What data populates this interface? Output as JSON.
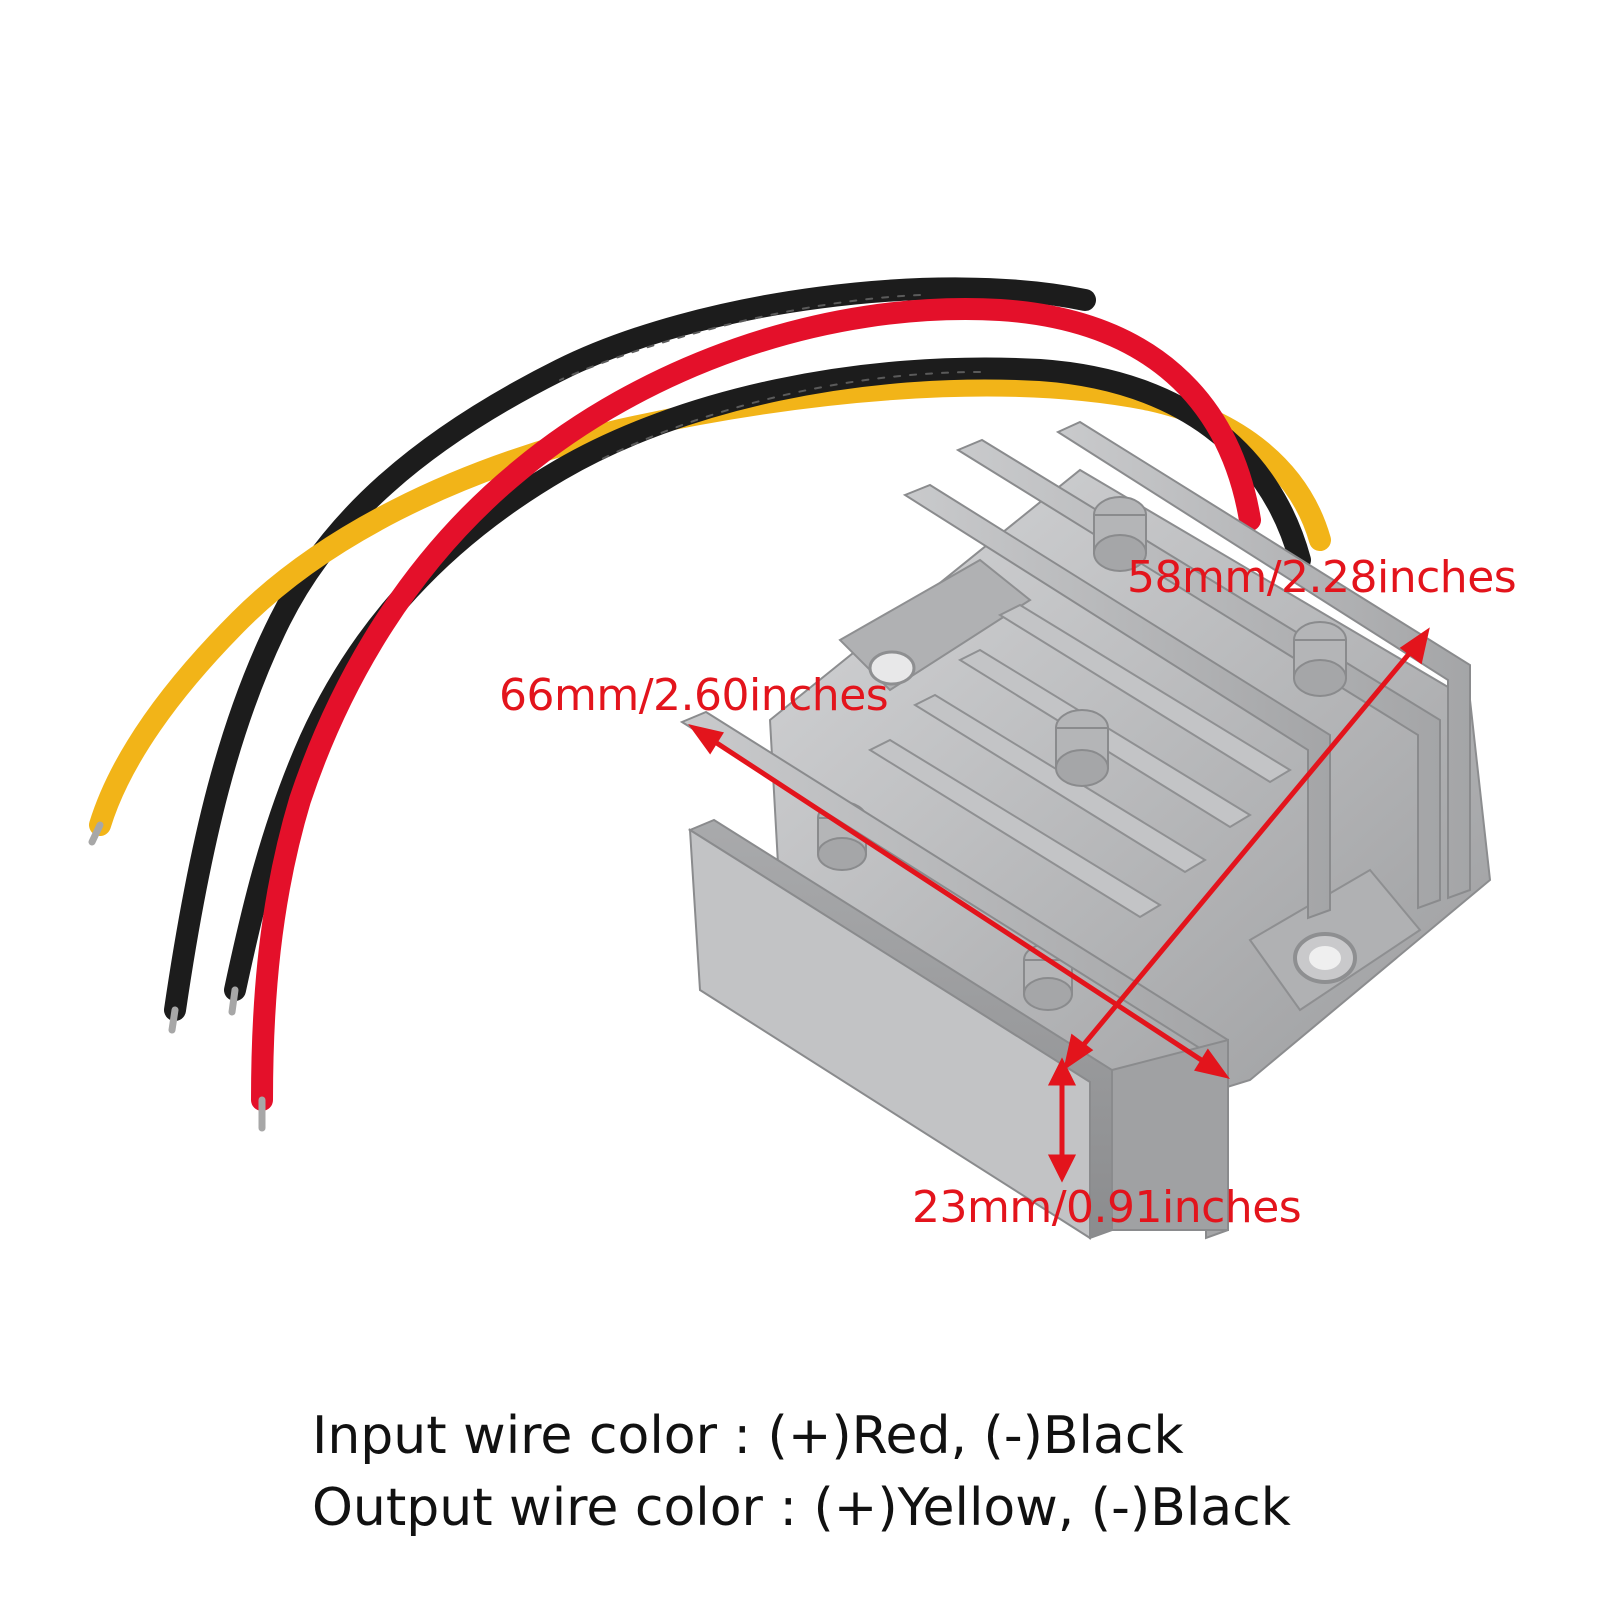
{
  "colors": {
    "dimension": "#e3141c",
    "wire_red": "#e4102a",
    "wire_black": "#1c1c1c",
    "wire_yellow": "#f2b418",
    "housing": "#b7b8ba",
    "background": "#ffffff"
  },
  "dimensions": {
    "width": "58mm/2.28inches",
    "length": "66mm/2.60inches",
    "height": "23mm/0.91inches"
  },
  "caption": {
    "input": "Input wire color : (+)Red, (-)Black",
    "output": "Output wire color : (+)Yellow, (-)Black"
  }
}
